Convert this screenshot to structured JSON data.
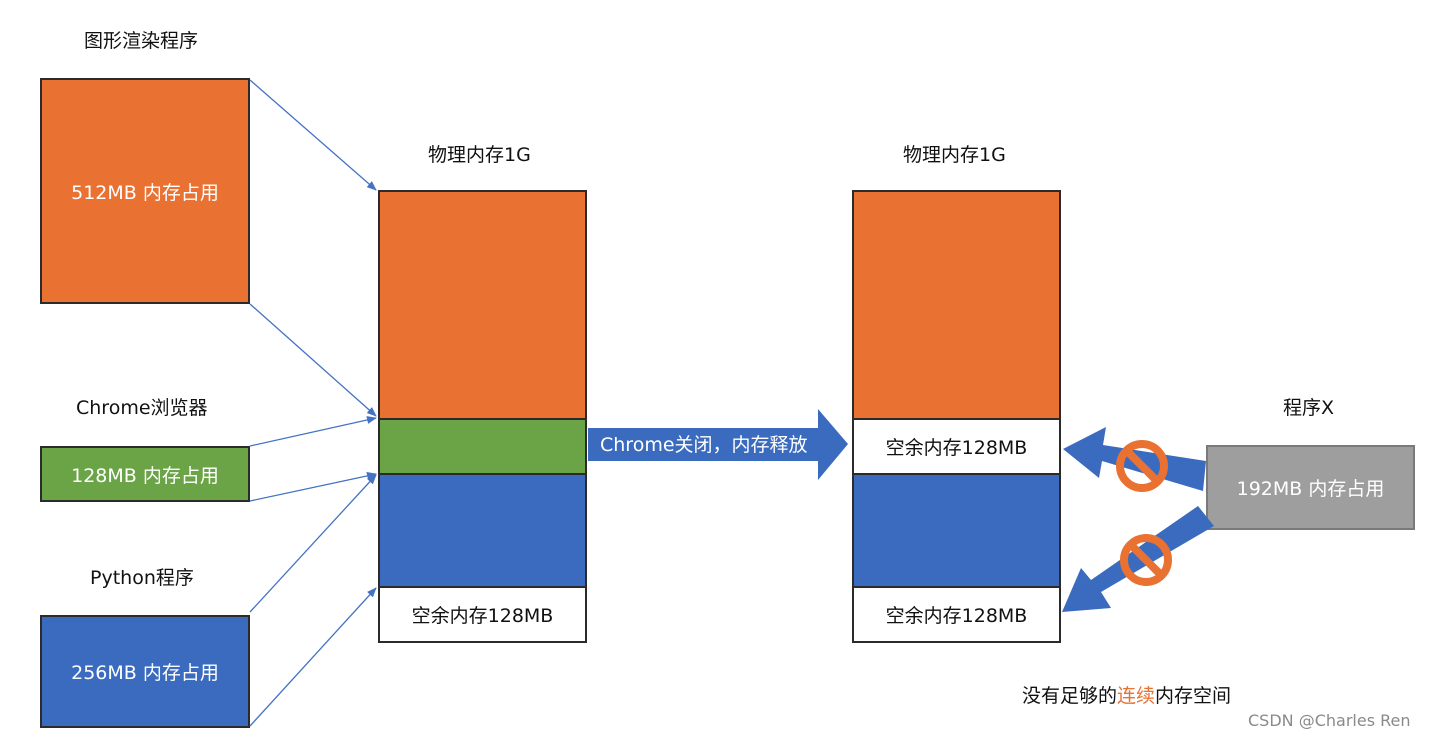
{
  "programs": {
    "render": {
      "title": "图形渲染程序",
      "usage": "512MB 内存占用"
    },
    "chrome": {
      "title": "Chrome浏览器",
      "usage": "128MB 内存占用"
    },
    "python": {
      "title": "Python程序",
      "usage": "256MB 内存占用"
    },
    "x": {
      "title": "程序X",
      "usage": "192MB 内存占用"
    }
  },
  "memory_left": {
    "title": "物理内存1G",
    "free_label": "空余内存128MB"
  },
  "memory_right": {
    "title": "物理内存1G",
    "free_label_top": "空余内存128MB",
    "free_label_bottom": "空余内存128MB"
  },
  "transition_label": "Chrome关闭，内存释放",
  "caption": {
    "prefix": "没有足够的",
    "highlight": "连续",
    "suffix": "内存空间"
  },
  "watermark": "CSDN @Charles Ren",
  "colors": {
    "orange": "#e97132",
    "green": "#6aa447",
    "blue": "#3a6bbf",
    "gray": "#9e9e9e",
    "arrow_blue": "#3a6bbf",
    "connector": "#4472c4",
    "prohibited": "#e97132"
  },
  "icons": [
    "prohibited-icon",
    "prohibited-icon"
  ]
}
